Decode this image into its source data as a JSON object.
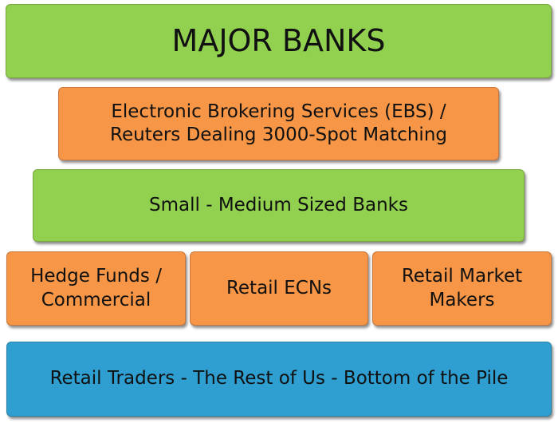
{
  "diagram": {
    "tiers": {
      "major_banks": "MAJOR BANKS",
      "ebs_reuters": "Electronic Brokering Services (EBS) /\nReuters Dealing 3000-Spot Matching",
      "small_medium_banks": "Small - Medium Sized Banks",
      "hedge_funds": "Hedge Funds /\nCommercial",
      "retail_ecns": "Retail ECNs",
      "retail_market_makers": "Retail Market\nMakers",
      "retail_traders": "Retail Traders - The Rest of Us - Bottom of the Pile"
    },
    "colors": {
      "green": "#92d050",
      "orange": "#f79646",
      "blue": "#2e9fd0"
    }
  }
}
